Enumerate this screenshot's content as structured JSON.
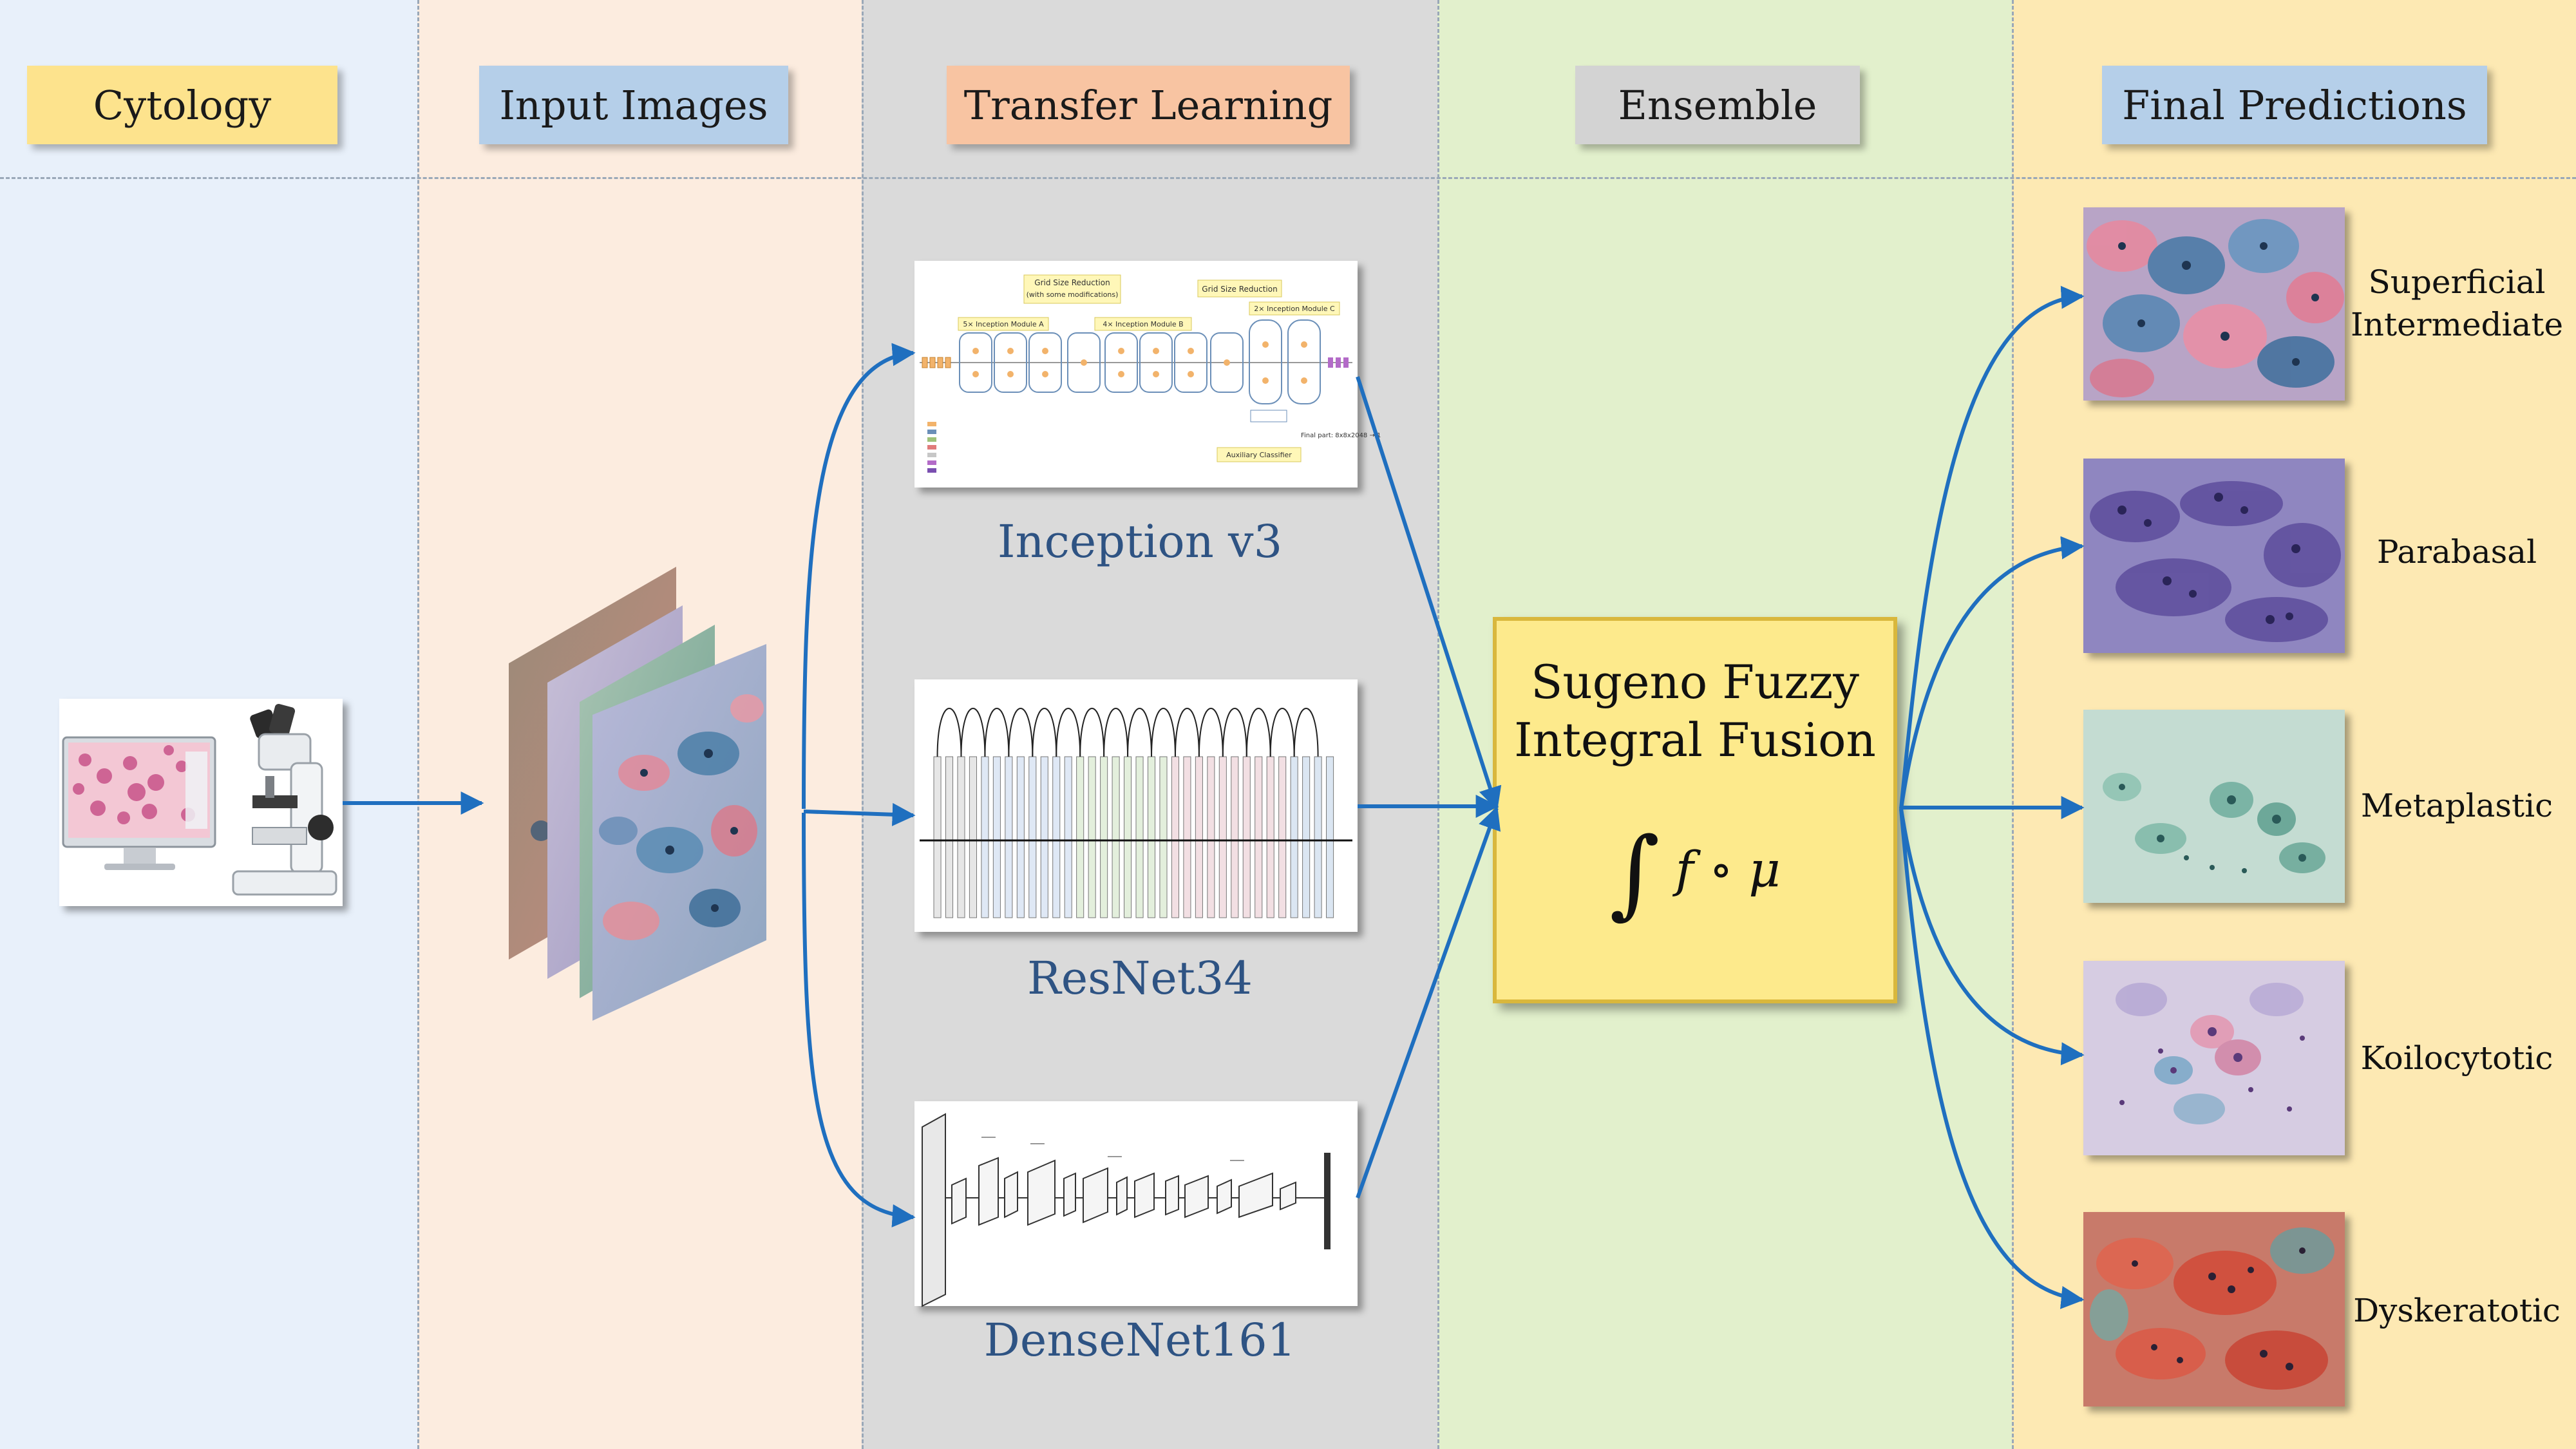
{
  "stages": [
    {
      "key": "cytology",
      "label": "Cytology",
      "color": "#fde38d"
    },
    {
      "key": "input",
      "label": "Input Images",
      "color": "#b5cfe9"
    },
    {
      "key": "transfer",
      "label": "Transfer Learning",
      "color": "#f8c4a2"
    },
    {
      "key": "ensemble",
      "label": "Ensemble",
      "color": "#d3d3d3"
    },
    {
      "key": "final",
      "label": "Final Predictions",
      "color": "#b5cfe9"
    }
  ],
  "lanes": {
    "cytology_bg": "#e8f0fa",
    "input_bg": "#fcecdf",
    "transfer_bg": "#dadada",
    "ensemble_bg": "#e2f0cc",
    "final_bg": "#fde9b3"
  },
  "models": [
    {
      "label": "Inception v3"
    },
    {
      "label": "ResNet34"
    },
    {
      "label": "DenseNet161"
    }
  ],
  "fusion": {
    "title_line1": "Sugeno Fuzzy",
    "title_line2": "Integral Fusion",
    "integral_symbol": "∫",
    "formula": "f ∘ μ"
  },
  "inception_diagram": {
    "grid_reduction_1": "Grid Size Reduction",
    "grid_reduction_1_sub": "(with some modifications)",
    "grid_reduction_2": "Grid Size Reduction",
    "module_a": "5× Inception Module A",
    "module_b": "4× Inception Module B",
    "module_c": "2× Inception Module C",
    "aux": "Auxiliary Classifier",
    "final_part": "Final part: 8x8x2048 → 1"
  },
  "predictions": [
    {
      "line1": "Superficial",
      "line2": "Intermediate"
    },
    {
      "line1": "Parabasal",
      "line2": ""
    },
    {
      "line1": "Metaplastic",
      "line2": ""
    },
    {
      "line1": "Koilocytotic",
      "line2": ""
    },
    {
      "line1": "Dyskeratotic",
      "line2": ""
    }
  ],
  "arrow_color": "#1f6fbf"
}
